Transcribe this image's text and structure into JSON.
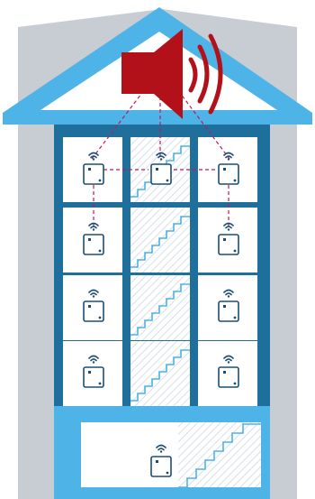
{
  "colors": {
    "building_gray": "#c7cdd2",
    "frame_light_blue": "#4eb3e6",
    "frame_dark_blue": "#1f6f9d",
    "room_bg": "#ffffff",
    "stair_hatch": "#d6dfe6",
    "stair_line": "#4eb3e6",
    "device_outline": "#1c4e73",
    "device_fill": "#ffffff",
    "wifi_symbol": "#1c4e73",
    "link_line": "#c2185b",
    "speaker_red": "#b3111a"
  },
  "icons": {
    "speaker": "speaker-icon",
    "sound_waves": "sound-waves-icon",
    "device": "sensor-device-icon",
    "wifi": "wifi-icon"
  },
  "floors": [
    {
      "name": "floor-4",
      "devices": [
        "left",
        "center",
        "right"
      ],
      "links": true
    },
    {
      "name": "floor-3",
      "devices": [
        "left",
        "right"
      ]
    },
    {
      "name": "floor-2",
      "devices": [
        "left",
        "right"
      ]
    },
    {
      "name": "floor-1",
      "devices": [
        "left",
        "right"
      ]
    },
    {
      "name": "ground-floor",
      "devices": [
        "center"
      ]
    }
  ]
}
